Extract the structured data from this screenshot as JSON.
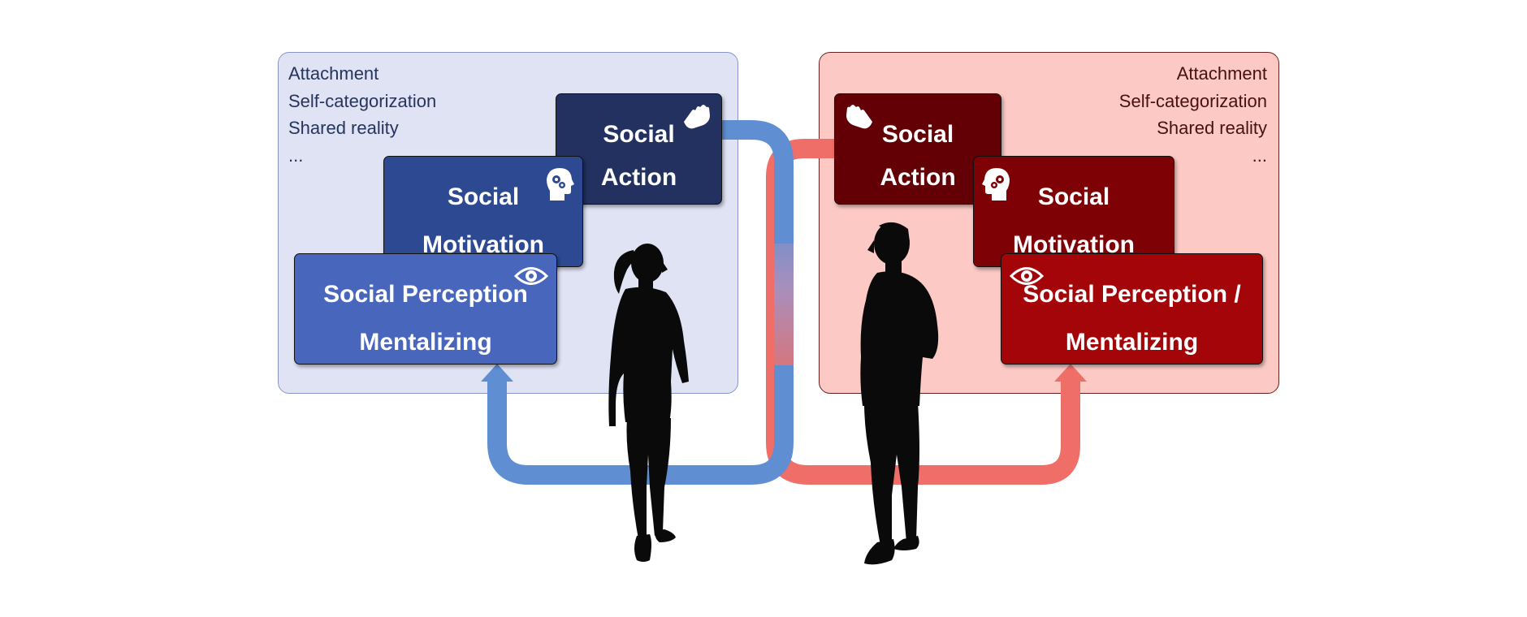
{
  "left": {
    "concepts": [
      "Attachment",
      "Self-categorization",
      "Shared reality",
      "..."
    ],
    "action": [
      "Social",
      "Action"
    ],
    "motivation": [
      "Social",
      "Motivation"
    ],
    "perception": [
      "Social Perception",
      "Mentalizing"
    ]
  },
  "right": {
    "concepts": [
      "Attachment",
      "Self-categorization",
      "Shared reality",
      "..."
    ],
    "action": [
      "Social",
      "Action"
    ],
    "motivation": [
      "Social",
      "Motivation"
    ],
    "perception": [
      "Social Perception /",
      "Mentalizing"
    ]
  },
  "colors": {
    "blue_arrow": "#5f8fd2",
    "red_arrow": "#ef6f68",
    "silhouette": "#0a0a0a"
  },
  "icons": {
    "action": "hand-icon",
    "motivation": "head-gears-icon",
    "perception": "eye-icon"
  }
}
